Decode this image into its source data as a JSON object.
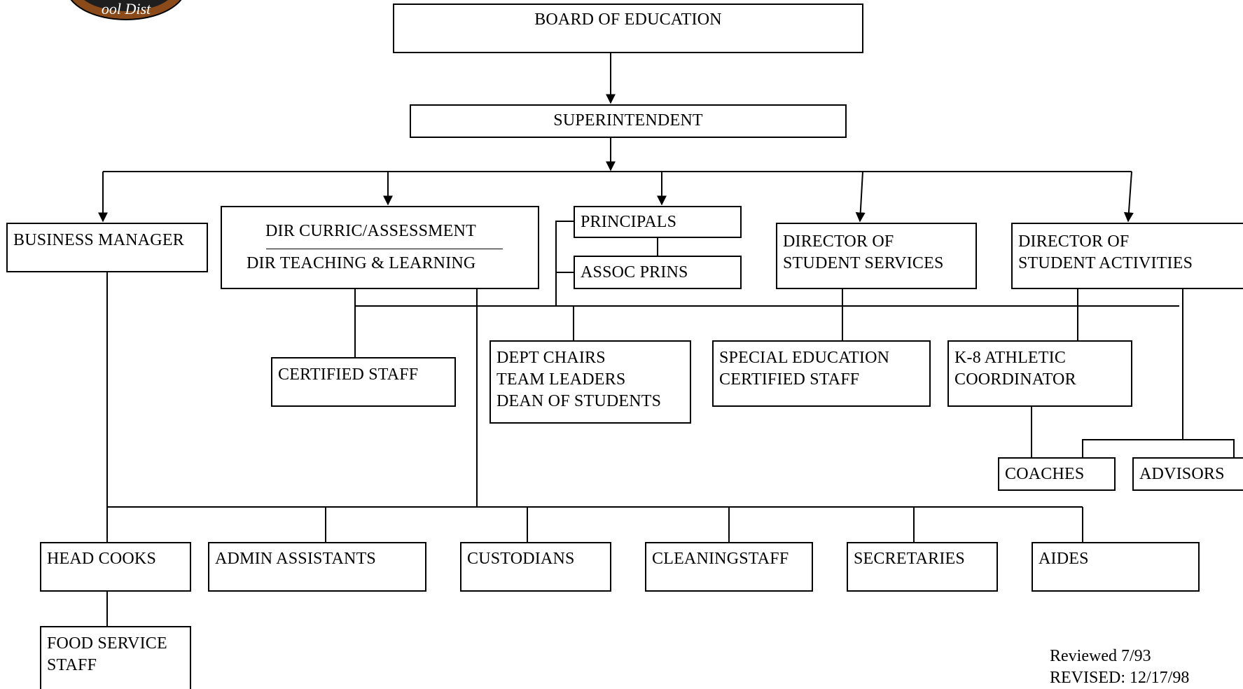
{
  "logo": {
    "text": "ool Dist"
  },
  "nodes": {
    "board": "BOARD OF EDUCATION",
    "superintendent": "SUPERINTENDENT",
    "business_manager": "BUSINESS MANAGER",
    "dir_curric": "DIR  CURRIC/ASSESSMENT",
    "dir_teaching": "DIR  TEACHING & LEARNING",
    "principals": "PRINCIPALS",
    "assoc_prins": "ASSOC PRINS",
    "dir_student_services": [
      "DIRECTOR OF",
      "STUDENT SERVICES"
    ],
    "dir_student_activities": [
      "DIRECTOR OF",
      "STUDENT ACTIVITIES"
    ],
    "certified_staff": "CERTIFIED STAFF",
    "dept_chairs": [
      "DEPT CHAIRS",
      "TEAM LEADERS",
      "DEAN OF STUDENTS"
    ],
    "special_ed": [
      "SPECIAL EDUCATION",
      "CERTIFIED STAFF"
    ],
    "athletic_coord": [
      "K-8 ATHLETIC",
      "COORDINATOR"
    ],
    "coaches": "COACHES",
    "advisors": "ADVISORS",
    "head_cooks": "HEAD COOKS",
    "admin_assistants": "ADMIN ASSISTANTS",
    "custodians": "CUSTODIANS",
    "cleaning_staff": "CLEANINGSTAFF",
    "secretaries": "SECRETARIES",
    "aides": "AIDES",
    "food_service": [
      "FOOD SERVICE",
      "STAFF"
    ]
  },
  "footer": {
    "reviewed": "Reviewed  7/93",
    "revised": "REVISED:  12/17/98"
  }
}
